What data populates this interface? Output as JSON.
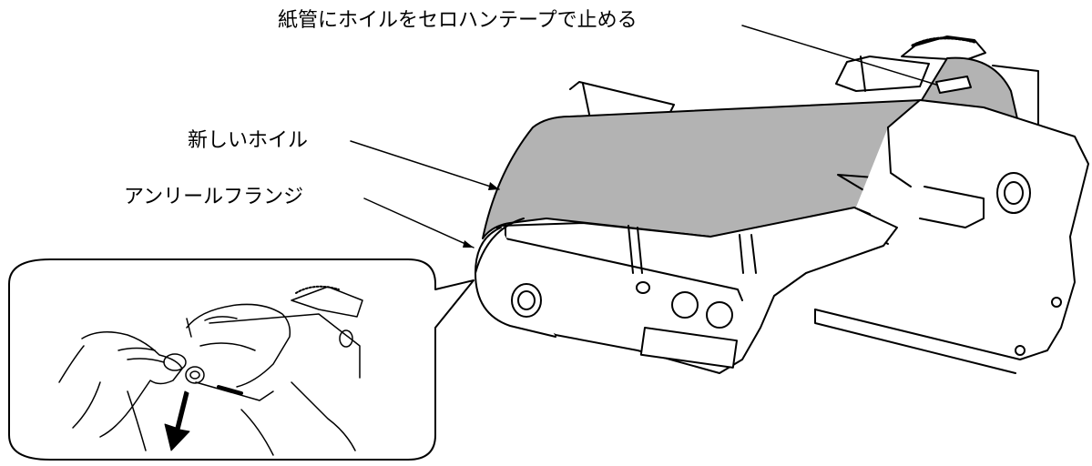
{
  "labels": {
    "tape_instruction": "紙管にホイルをセロハンテープで止める",
    "new_foil": "新しいホイル",
    "unreel_flange": "アンリールフランジ"
  },
  "colors": {
    "foil": "#b3b3b3",
    "line": "#000000",
    "background": "#ffffff"
  }
}
